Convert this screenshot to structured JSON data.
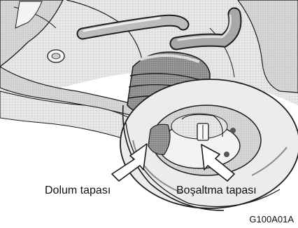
{
  "labels": {
    "fill_plug": "Dolum tapası",
    "drain_plug": "Boşaltma tapası"
  },
  "figure_code": "G100A01A",
  "colors": {
    "background": "#ffffff",
    "car_body": "#d4d4d4",
    "housing": "#e3e3e3",
    "shading": "#8a8a8a",
    "line": "#1c1c1c"
  }
}
